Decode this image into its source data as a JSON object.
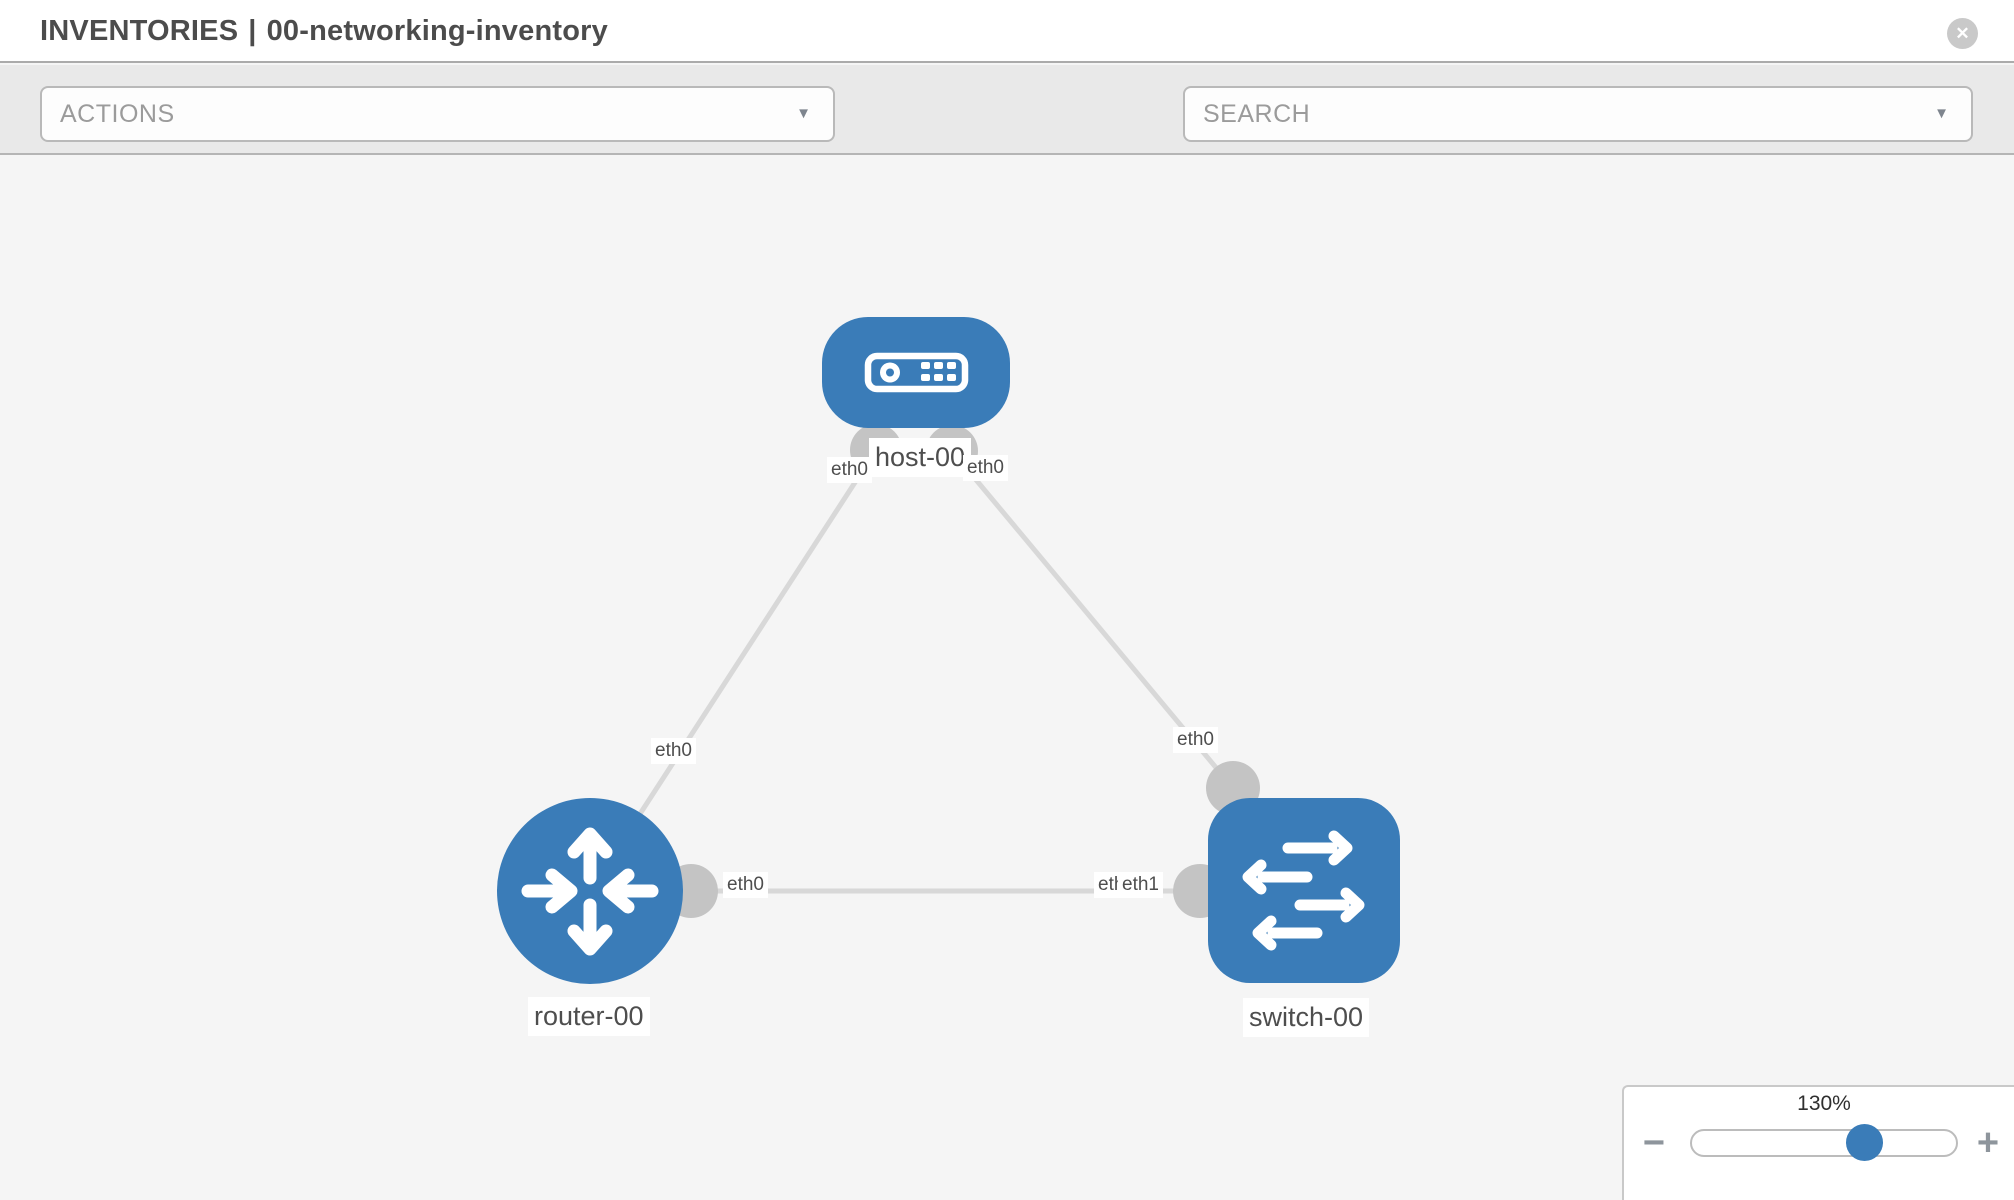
{
  "header": {
    "section": "INVENTORIES",
    "divider": "|",
    "inventory_name": "00-networking-inventory"
  },
  "toolbar": {
    "actions_label": "ACTIONS",
    "search_label": "SEARCH"
  },
  "icons": {
    "caret_down": "▼",
    "close": "✕",
    "wrench": "wrench-icon",
    "key": "key-icon",
    "zoom_minus": "−",
    "zoom_plus": "+"
  },
  "topology": {
    "nodes": [
      {
        "id": "host-00",
        "type": "host"
      },
      {
        "id": "router-00",
        "type": "router"
      },
      {
        "id": "switch-00",
        "type": "switch"
      }
    ],
    "links": [
      {
        "from": "host-00",
        "to": "router-00",
        "from_interface": "eth0",
        "to_interface": "eth0"
      },
      {
        "from": "host-00",
        "to": "switch-00",
        "from_interface": "eth0",
        "to_interface": "eth0"
      },
      {
        "from": "router-00",
        "to": "switch-00",
        "from_interface": "eth0",
        "to_interface": "eth1",
        "overlapped_interface": "eth0"
      }
    ]
  },
  "zoom_control": {
    "level": "130%"
  },
  "colors": {
    "node_fill": "#3a7cb8",
    "link_stroke": "#d8d8d8",
    "interface_marker": "#c4c4c4",
    "toolbar_background": "#e9e9e9",
    "canvas_background": "#f5f5f5",
    "slider_thumb": "#3a7cb8"
  }
}
